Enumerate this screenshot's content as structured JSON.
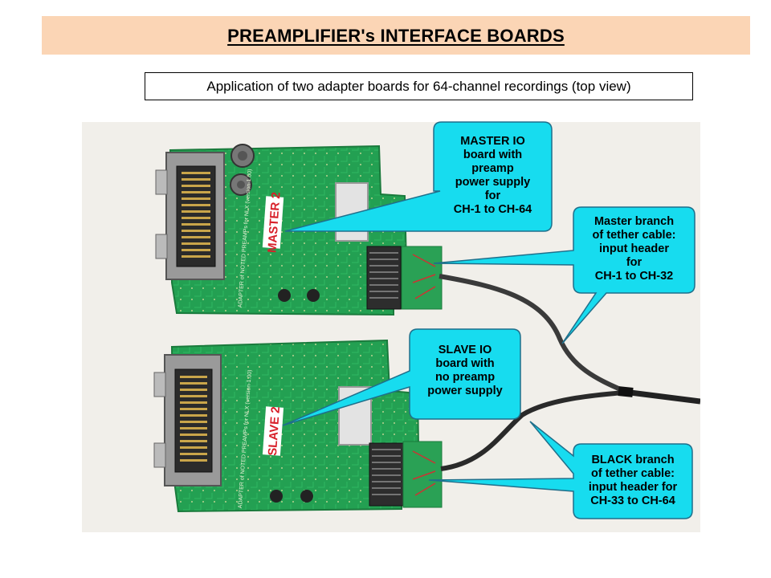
{
  "header": {
    "title": "PREAMPLIFIER's INTERFACE BOARDS",
    "subtitle": "Application of two adapter boards for 64-channel recordings (top view)"
  },
  "photo": {
    "board_labels": [
      "MASTER 2",
      "SLAVE 2"
    ],
    "silkscreen_text": "ADAPTER of NOTED PREAMPs for NLX (version-1.00)"
  },
  "callouts": {
    "master_io": [
      "MASTER IO",
      "board with",
      "preamp",
      "power supply",
      "for",
      "CH-1 to CH-64"
    ],
    "master_branch": [
      "Master branch",
      "of tether cable:",
      "input header",
      "for",
      "CH-1 to CH-32"
    ],
    "slave_io": [
      "SLAVE IO",
      "board with",
      "no preamp",
      "power supply"
    ],
    "black_branch": [
      "BLACK branch",
      "of tether cable:",
      "input header for",
      "CH-33 to CH-64"
    ]
  },
  "colors": {
    "banner": "#fbd5b5",
    "callout_fill": "#17dcef",
    "callout_stroke": "#1f6f8b",
    "pcb": "#22a052"
  }
}
